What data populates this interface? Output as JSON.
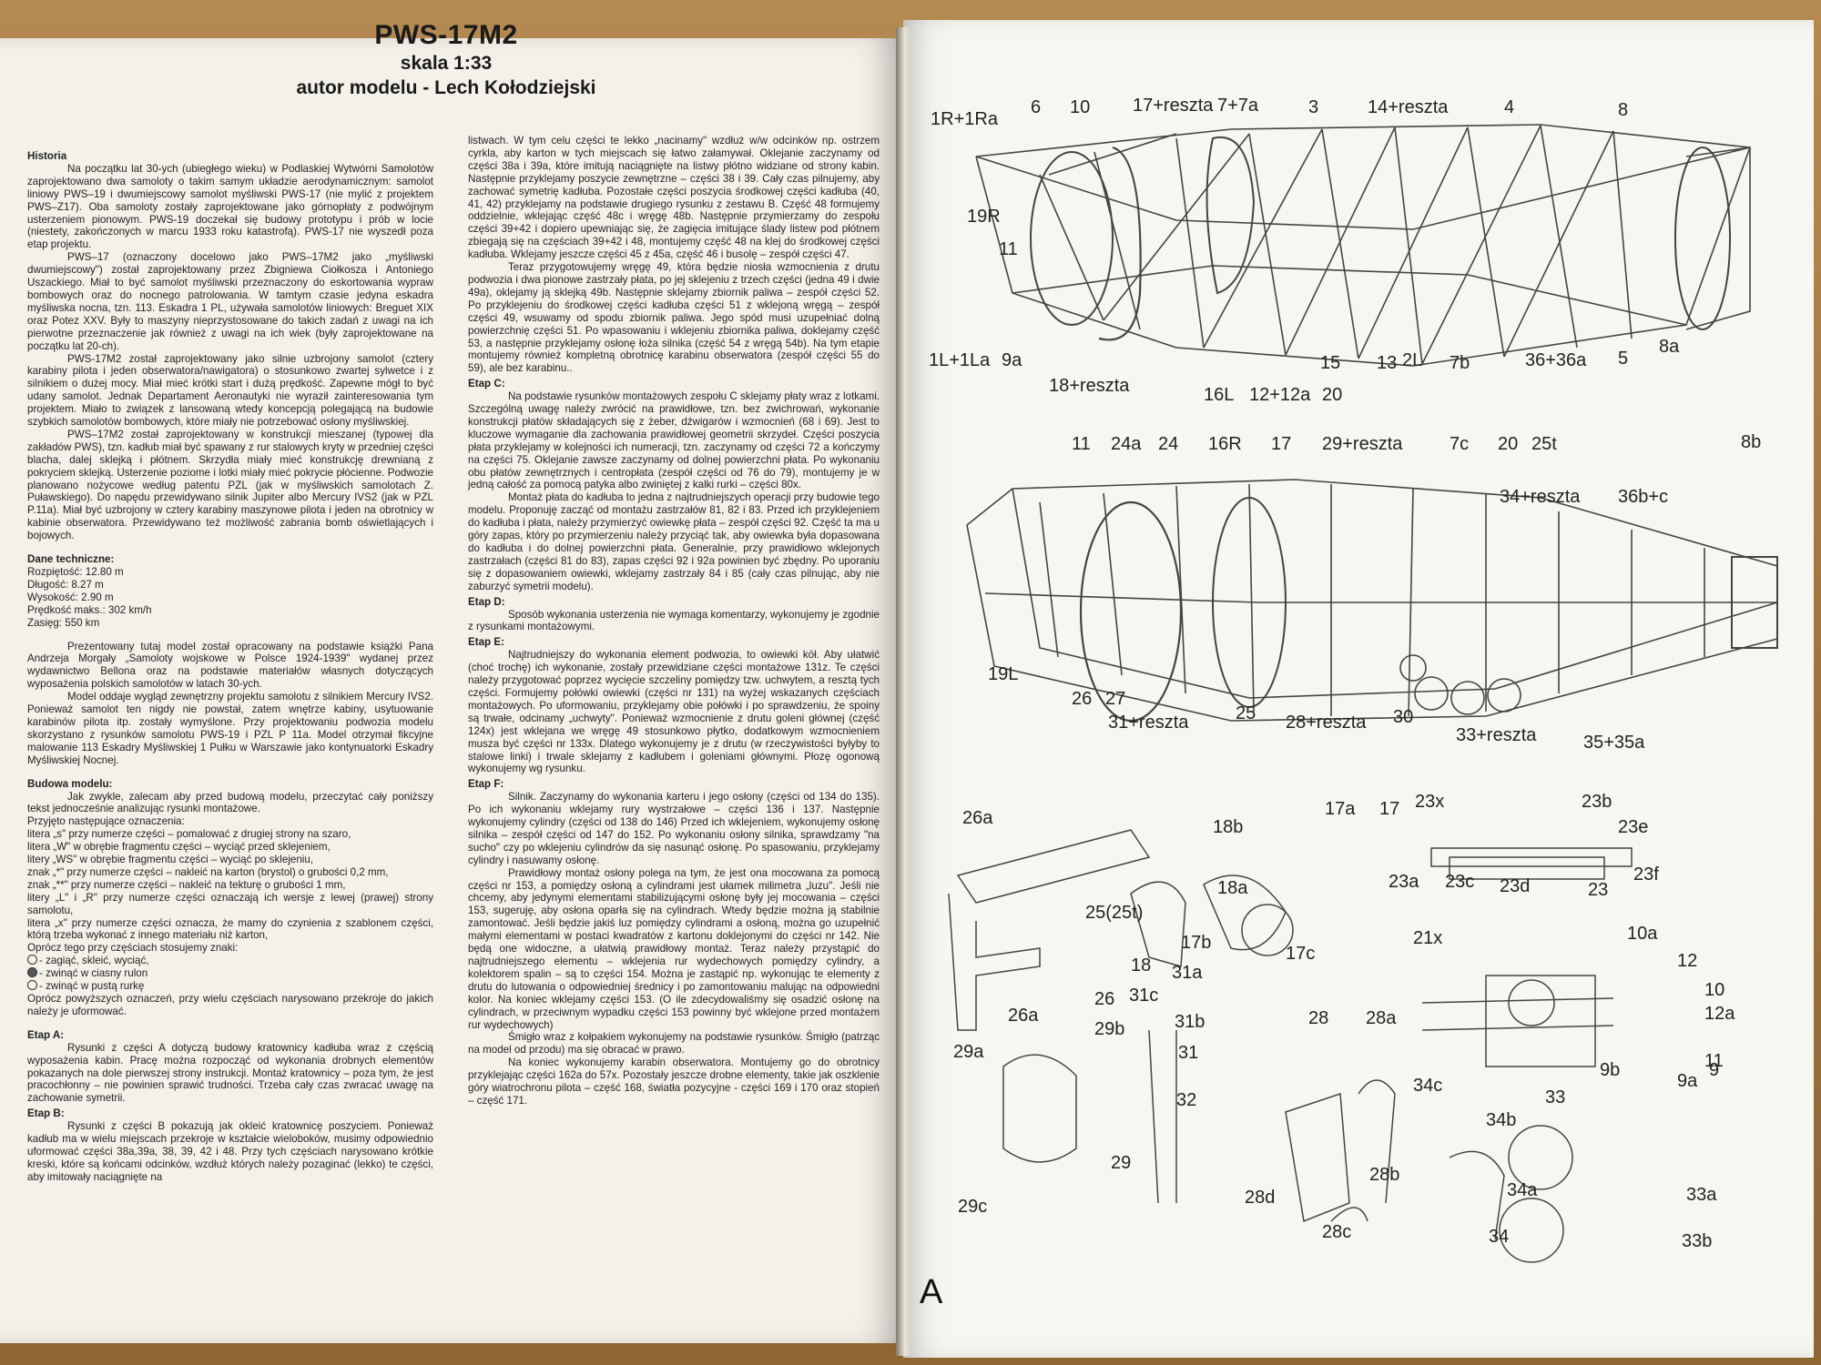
{
  "left_page": {
    "title": "PWS-17M2",
    "scale": "skala 1:33",
    "author": "autor modelu - Lech Kołodziejski",
    "col1": [
      {
        "t": "h",
        "v": "Historia"
      },
      {
        "t": "p",
        "v": "Na początku lat 30-ych (ubiegłego wieku) w Podlaskiej Wytwórni Samolotów zaprojektowano dwa samoloty o takim samym układzie aerodynamicznym: samolot liniowy PWS–19 i dwumiejscowy samolot myśliwski PWS-17 (nie mylić z projektem PWS–Z17). Oba samoloty zostały zaprojektowane jako górnopłaty z podwójnym usterzeniem pionowym. PWS-19 doczekał się budowy prototypu i prób w locie (niestety, zakończonych w marcu 1933 roku katastrofą). PWS-17 nie wyszedł poza etap projektu."
      },
      {
        "t": "p",
        "v": "PWS–17 (oznaczony docelowo jako PWS–17M2 jako „myśliwski dwumiejscowy\") został zaprojektowany przez Zbigniewa Ciołkosza i Antoniego Uszackiego. Miał to być samolot myśliwski przeznaczony do eskortowania wypraw bombowych oraz do nocnego patrolowania. W tamtym czasie jedyna eskadra myśliwska nocna, tzn. 113. Eskadra 1 PL, używała samolotów liniowych: Breguet XIX oraz Potez XXV. Były to maszyny nieprzystosowane do takich zadań z uwagi na ich pierwotne przeznaczenie jak również z uwagi na ich wiek (były zaprojektowane na początku lat 20-ch)."
      },
      {
        "t": "p",
        "v": "PWS-17M2 został zaprojektowany jako silnie uzbrojony samolot (cztery karabiny pilota i jeden obserwatora/nawigatora) o stosunkowo zwartej sylwetce i z silnikiem o dużej mocy. Miał mieć krótki start i dużą prędkość. Zapewne mógł to być udany samolot. Jednak Departament Aeronautyki nie wyraził zainteresowania tym projektem. Miało to związek z lansowaną wtedy koncepcją polegającą na budowie szybkich samolotów bombowych, które miały nie potrzebować osłony myśliwskiej."
      },
      {
        "t": "p",
        "v": "PWS–17M2 został zaprojektowany w konstrukcji mieszanej (typowej dla zakładów PWS), tzn. kadłub miał być spawany z rur stalowych kryty w przedniej części blacha, dalej sklejką i płótnem. Skrzydła miały mieć konstrukcję drewnianą z pokryciem sklejką. Usterzenie poziome i lotki miały mieć pokrycie płócienne. Podwozie planowano nożycowe według patentu PZL (jak w myśliwskich samolotach Z. Puławskiego). Do napędu przewidywano silnik Jupiter albo Mercury IVS2 (jak w PZL P.11a). Miał być uzbrojony w cztery karabiny maszynowe pilota i jeden na obrotnicy w kabinie obserwatora. Przewidywano też możliwość zabrania bomb oświetlających i bojowych."
      },
      {
        "t": "h",
        "v": "Dane techniczne:",
        "gap": true
      },
      {
        "t": "n",
        "v": "Rozpiętość: 12.80 m"
      },
      {
        "t": "n",
        "v": "Długość: 8.27 m"
      },
      {
        "t": "n",
        "v": "Wysokość: 2.90 m"
      },
      {
        "t": "n",
        "v": "Prędkość maks.: 302 km/h"
      },
      {
        "t": "n",
        "v": "Zasięg: 550 km"
      },
      {
        "t": "p",
        "v": "Prezentowany tutaj model został opracowany na podstawie książki Pana Andrzeja Morgały „Samoloty wojskowe w Polsce 1924-1939\" wydanej przez wydawnictwo Bellona oraz na podstawie materiałów własnych dotyczących wyposażenia polskich samolotów w latach 30-ych.",
        "gap": true
      },
      {
        "t": "p",
        "v": "Model oddaje wygląd zewnętrzny projektu samolotu z silnikiem Mercury IVS2. Ponieważ samolot ten nigdy nie powstał, zatem wnętrze kabiny, usytuowanie karabinów pilota itp. zostały wymyślone. Przy projektowaniu podwozia modelu skorzystano z rysunków samolotu PWS-19 i PZL P 11a. Model otrzymał fikcyjne malowanie 113 Eskadry Myśliwskiej 1 Pułku w Warszawie jako kontynuatorki Eskadry Myśliwskiej Nocnej."
      },
      {
        "t": "h",
        "v": "Budowa modelu:",
        "gap": true
      },
      {
        "t": "p",
        "v": "Jak zwykle, zalecam aby przed budową modelu, przeczytać cały poniższy tekst jednocześnie analizując rysunki montażowe."
      },
      {
        "t": "n",
        "v": "Przyjęto następujące oznaczenia:"
      },
      {
        "t": "n",
        "v": "litera „s\" przy numerze części – pomalować z drugiej strony na szaro,"
      },
      {
        "t": "n",
        "v": "litera „W\" w obrębie fragmentu części – wyciąć przed sklejeniem,"
      },
      {
        "t": "n",
        "v": "litery „WS\" w obrębie fragmentu części – wyciąć po sklejeniu,"
      },
      {
        "t": "n",
        "v": "znak „*\" przy numerze części – nakleić na karton (brystol) o grubości 0,2 mm,"
      },
      {
        "t": "n",
        "v": "znak „**\" przy numerze części – nakleić na tekturę o grubości 1 mm,"
      },
      {
        "t": "n",
        "v": "litery „L\" i „R\" przy numerze części oznaczają ich wersje z lewej (prawej) strony samolotu,"
      },
      {
        "t": "n",
        "v": "litera „x\" przy numerze części oznacza, że mamy do czynienia z szablonem części, którą trzeba wykonać z innego materiału niż karton,"
      },
      {
        "t": "n",
        "v": "Oprócz tego przy częściach stosujemy znaki:"
      },
      {
        "t": "s",
        "v": "- zagiąć, skleić, wyciąć,",
        "f": false
      },
      {
        "t": "s",
        "v": "- zwinąć w ciasny rulon",
        "f": true
      },
      {
        "t": "s",
        "v": "- zwinąć w pustą rurkę",
        "f": false
      },
      {
        "t": "n",
        "v": "Oprócz powyższych oznaczeń, przy wielu częściach narysowano przekroje do jakich należy je uformować."
      },
      {
        "t": "h",
        "v": "Etap A:",
        "gap": true
      },
      {
        "t": "p",
        "v": "Rysunki z części A dotyczą budowy kratownicy kadłuba wraz z częścią wyposażenia kabin. Pracę można rozpocząć od wykonania drobnych elementów pokazanych na dole pierwszej strony instrukcji. Montaż kratownicy – poza tym, że jest pracochłonny – nie powinien sprawić trudności. Trzeba cały czas zwracać uwagę na zachowanie symetrii."
      },
      {
        "t": "h",
        "v": "Etap B:"
      },
      {
        "t": "p",
        "v": "Rysunki z części B pokazują jak okleić kratownicę poszyciem. Ponieważ kadłub ma w wielu miejscach przekroje w kształcie wieloboków, musimy odpowiednio uformować części 38a,39a, 38, 39, 42 i 48. Przy tych częściach narysowano krótkie kreski, które są końcami odcinków, wzdłuż których należy pozaginać (lekko) te części, aby imitowały naciągnięte na"
      }
    ],
    "col2": [
      {
        "t": "n",
        "v": "listwach. W tym celu części te lekko „nacinamy\" wzdłuż w/w odcinków np. ostrzem cyrkla, aby karton w tych miejscach się łatwo załamywał. Oklejanie zaczynamy od części 38a i 39a, które imitują naciągnięte na listwy płótno widziane od strony kabin. Następnie przyklejamy poszycie zewnętrzne – części 38 i 39. Cały czas pilnujemy, aby zachować symetrię kadłuba. Pozostałe części poszycia środkowej części kadłuba (40, 41, 42) przyklejamy na podstawie drugiego rysunku z zestawu B. Część 48 formujemy oddzielnie, wklejając część 48c i wręgę 48b. Następnie przymierzamy do zespołu części 39+42 i dopiero upewniając się, że zagięcia imitujące ślady listew pod płótnem zbiegają się na częściach 39+42 i 48, montujemy część 48 na klej do środkowej części kadłuba. Wklejamy jeszcze części 45 z 45a, część 46 i busolę – zespół części 47."
      },
      {
        "t": "p",
        "v": "Teraz przygotowujemy wręgę 49, która będzie niosła wzmocnienia z drutu podwozia i dwa pionowe zastrzały płata, po jej sklejeniu z trzech części (jedna 49 i dwie 49a), oklejamy ją sklejką 49b. Następnie sklejamy zbiornik paliwa – zespół części 52. Po przyklejeniu do środkowej części kadłuba części 51 z wklejoną wręgą – zespół części 49, wsuwamy od spodu zbiornik paliwa. Jego spód musi uzupełniać dolną powierzchnię części 51. Po wpasowaniu i wklejeniu zbiornika paliwa, doklejamy część 53, a następnie przyklejamy osłonę łoża silnika (część 54 z wręgą 54b). Na tym etapie montujemy również kompletną obrotnicę karabinu obserwatora (zespół części 55 do 59), ale bez karabinu.."
      },
      {
        "t": "h",
        "v": "Etap C:"
      },
      {
        "t": "p",
        "v": "Na podstawie rysunków montażowych zespołu C sklejamy płaty wraz z lotkami. Szczególną uwagę należy zwrócić na prawidłowe, tzn. bez zwichrowań, wykonanie konstrukcji płatów składających się z żeber, dźwigarów i wzmocnień (68 i 69). Jest to kluczowe wymaganie dla zachowania prawidłowej geometrii skrzydeł. Części poszycia płata przyklejamy w kolejności ich numeracji, tzn. zaczynamy od części 72 a kończymy na części 75. Oklejanie zawsze zaczynamy od dolnej powierzchni płata. Po wykonaniu obu płatów zewnętrznych i centropłata (zespół części od 76 do 79), montujemy je w jedną całość za pomocą patyka albo zwiniętej z kalki rurki – części 80x."
      },
      {
        "t": "p",
        "v": "Montaż płata do kadłuba to jedna z najtrudniejszych operacji przy budowie tego modelu. Proponuję zacząć od montażu zastrzałów 81, 82 i 83. Przed ich przyklejeniem do kadłuba i płata, należy przymierzyć owiewkę płata – zespół części 92. Część ta ma u góry zapas, który po przymierzeniu należy przyciąć tak, aby owiewka była dopasowana do kadłuba i do dolnej powierzchni płata. Generalnie, przy prawidłowo wklejonych zastrzałach (części 81 do 83), zapas części 92 i 92a powinien być zbędny. Po uporaniu się z dopasowaniem owiewki, wklejamy zastrzały 84 i 85 (cały czas pilnując, aby nie zaburzyć symetrii modelu)."
      },
      {
        "t": "h",
        "v": "Etap D:"
      },
      {
        "t": "p",
        "v": "Sposób wykonania usterzenia nie wymaga komentarzy, wykonujemy je zgodnie z rysunkami montażowymi."
      },
      {
        "t": "h",
        "v": "Etap E:"
      },
      {
        "t": "p",
        "v": "Najtrudniejszy do wykonania element podwozia, to owiewki kół. Aby ułatwić (choć trochę) ich wykonanie, zostały przewidziane części montażowe 131z. Te części należy przygotować poprzez wycięcie szczeliny pomiędzy tzw. uchwytem, a resztą tych części. Formujemy połówki owiewki (części nr 131) na wyżej wskazanych częściach montażowych. Po uformowaniu, przyklejamy obie połówki i po sprawdzeniu, że spoiny są trwałe, odcinamy „uchwyty\". Ponieważ wzmocnienie z drutu goleni głównej (część 124x) jest wklejana we wręgę 49 stosunkowo płytko, dodatkowym wzmocnieniem musza być części nr 133x. Dlatego wykonujemy je z drutu (w rzeczywistości byłyby to stalowe linki) i trwale sklejamy z kadłubem i goleniami głównymi. Płozę ogonową wykonujemy wg rysunku."
      },
      {
        "t": "h",
        "v": "Etap F:"
      },
      {
        "t": "p",
        "v": "Silnik. Zaczynamy do wykonania karteru i jego osłony (części od 134 do 135). Po ich wykonaniu wklejamy rury wystrzałowe – części 136 i 137. Następnie wykonujemy cylindry (części od 138 do 146) Przed ich wklejeniem, wykonujemy osłonę silnika – zespół części od 147 do 152. Po wykonaniu osłony silnika, sprawdzamy \"na sucho\" czy po wklejeniu cylindrów da się nasunąć osłonę. Po spasowaniu, przyklejamy cylindry i nasuwamy osłonę."
      },
      {
        "t": "p",
        "v": "Prawidłowy montaż osłony polega na tym, że jest ona mocowana za pomocą części nr 153, a pomiędzy osłoną a cylindrami jest ułamek milimetra „luzu\". Jeśli nie chcemy, aby jedynymi elementami stabilizującymi osłonę były jej mocowania – części 153, sugeruję, aby osłona oparła się na cylindrach. Wtedy będzie można ją stabilnie zamontować. Jeśli będzie jakiś luz pomiędzy cylindrami a osłoną, można go uzupełnić małymi elementami w postaci kwadratów z kartonu doklejonymi do części nr 142. Nie będą one widoczne, a ułatwią prawidłowy montaż. Teraz należy przystąpić do najtrudniejszego elementu – wklejenia rur wydechowych pomiędzy cylindry, a kolektorem spalin – są to części 154. Można je zastąpić np. wykonując te elementy z drutu do lutowania o odpowiedniej średnicy i po zamontowaniu malując na odpowiedni kolor. Na koniec wklejamy części 153. (O ile zdecydowaliśmy się osadzić osłonę na cylindrach, w przeciwnym wypadku części 153 powinny być wklejone przed montażem rur wydechowych)"
      },
      {
        "t": "p",
        "v": "Śmigło wraz z kołpakiem wykonujemy na podstawie rysunków. Śmigło (patrząc na model od przodu) ma się obracać w prawo."
      },
      {
        "t": "p",
        "v": "Na koniec wykonujemy karabin obserwatora. Montujemy go do obrotnicy przyklejając części 162a do 57x. Pozostały jeszcze drobne elementy, takie jak oszklenie góry wiatrochronu pilota – część 168, światła pozycyjne - części 169 i 170 oraz stopień – część 171."
      }
    ]
  },
  "right_page": {
    "sheet_letter": "A",
    "labels_top": [
      "1R+1Ra",
      "6",
      "10",
      "17+reszta",
      "7+7a",
      "3",
      "14+reszta",
      "4",
      "8",
      "19R",
      "11",
      "1L+1La",
      "9a",
      "18+reszta",
      "16L",
      "12+12a",
      "20",
      "15",
      "13",
      "2L",
      "7b",
      "36+36a",
      "5",
      "8a"
    ],
    "labels_mid": [
      "11",
      "24a",
      "24",
      "16R",
      "17",
      "29+reszta",
      "7c",
      "20",
      "25t",
      "8b",
      "34+reszta",
      "36b+c",
      "19L",
      "26",
      "27",
      "31+reszta",
      "25",
      "28+reszta",
      "30",
      "33+reszta",
      "35+35a"
    ],
    "labels_bottom": [
      "26a",
      "25(25t)",
      "26",
      "26a",
      "18b",
      "18a",
      "18",
      "17b",
      "17a",
      "17",
      "17c",
      "23x",
      "23b",
      "23e",
      "23a",
      "23c",
      "23d",
      "23",
      "23f",
      "21x",
      "10a",
      "12",
      "10",
      "12a",
      "11",
      "9b",
      "9a",
      "9",
      "31a",
      "31c",
      "31b",
      "31",
      "32",
      "29a",
      "29b",
      "29",
      "29c",
      "28",
      "28a",
      "28d",
      "28b",
      "28c",
      "34c",
      "34b",
      "34a",
      "34",
      "33",
      "33a",
      "33b"
    ]
  }
}
